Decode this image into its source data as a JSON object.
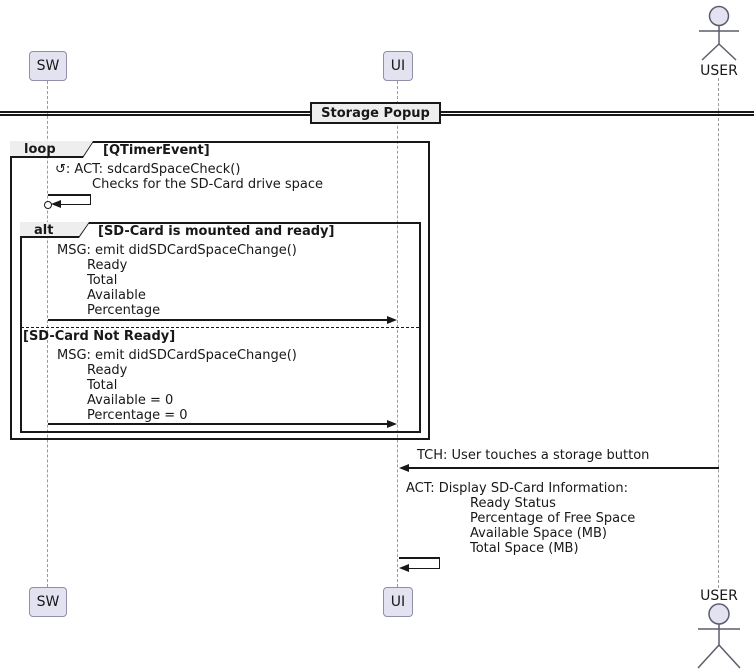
{
  "diagram": {
    "title_divider": "Storage Popup",
    "participants": {
      "sw": "SW",
      "ui": "UI",
      "user": "USER"
    },
    "loop": {
      "label": "loop",
      "condition": "[QTimerEvent]",
      "self_message": {
        "line1": "↺: ACT: sdcardSpaceCheck()",
        "line2": "Checks for the SD-Card drive space"
      }
    },
    "alt": {
      "label": "alt",
      "branch1": {
        "condition": "[SD-Card is mounted and ready]",
        "message": "MSG: emit didSDCardSpaceChange()",
        "params": [
          "Ready",
          "Total",
          "Available",
          "Percentage"
        ]
      },
      "branch2": {
        "condition": "[SD-Card Not Ready]",
        "message": "MSG: emit didSDCardSpaceChange()",
        "params": [
          "Ready",
          "Total",
          "Available = 0",
          "Percentage = 0"
        ]
      }
    },
    "user_interaction": {
      "touch_message": "TCH: User touches a storage button",
      "display_header": "ACT: Display SD-Card Information:",
      "display_params": [
        "Ready Status",
        "Percentage of Free Space",
        "Available Space (MB)",
        "Total Space (MB)"
      ]
    },
    "colors": {
      "participant_fill": "#E2E2F0",
      "frame_label_fill": "#EEEEEE",
      "line": "#181818",
      "lifeline": "#9A9A9A"
    }
  }
}
